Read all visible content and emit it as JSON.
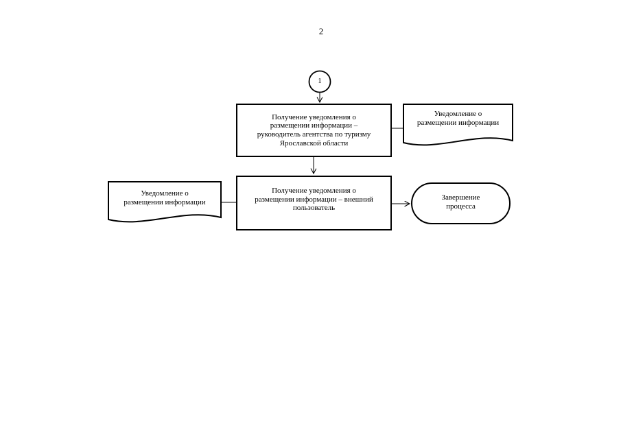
{
  "page_number": "2",
  "colors": {
    "ink": "#000000",
    "background": "#ffffff"
  },
  "flowchart": {
    "connector_circle": {
      "label": "1"
    },
    "process_head": {
      "line1": "Получение уведомления о",
      "line2": "размещении информации –",
      "line3": "руководитель агентства по туризму",
      "line4": "Ярославской области"
    },
    "document_right": {
      "line1": "Уведомление о",
      "line2": "размещении информации"
    },
    "process_external": {
      "line1": "Получение уведомления о",
      "line2": "размещении информации – внешний",
      "line3": "пользователь"
    },
    "document_left": {
      "line1": "Уведомление о",
      "line2": "размещении информации"
    },
    "terminator_end": {
      "line1": "Завершение",
      "line2": "процесса"
    }
  }
}
